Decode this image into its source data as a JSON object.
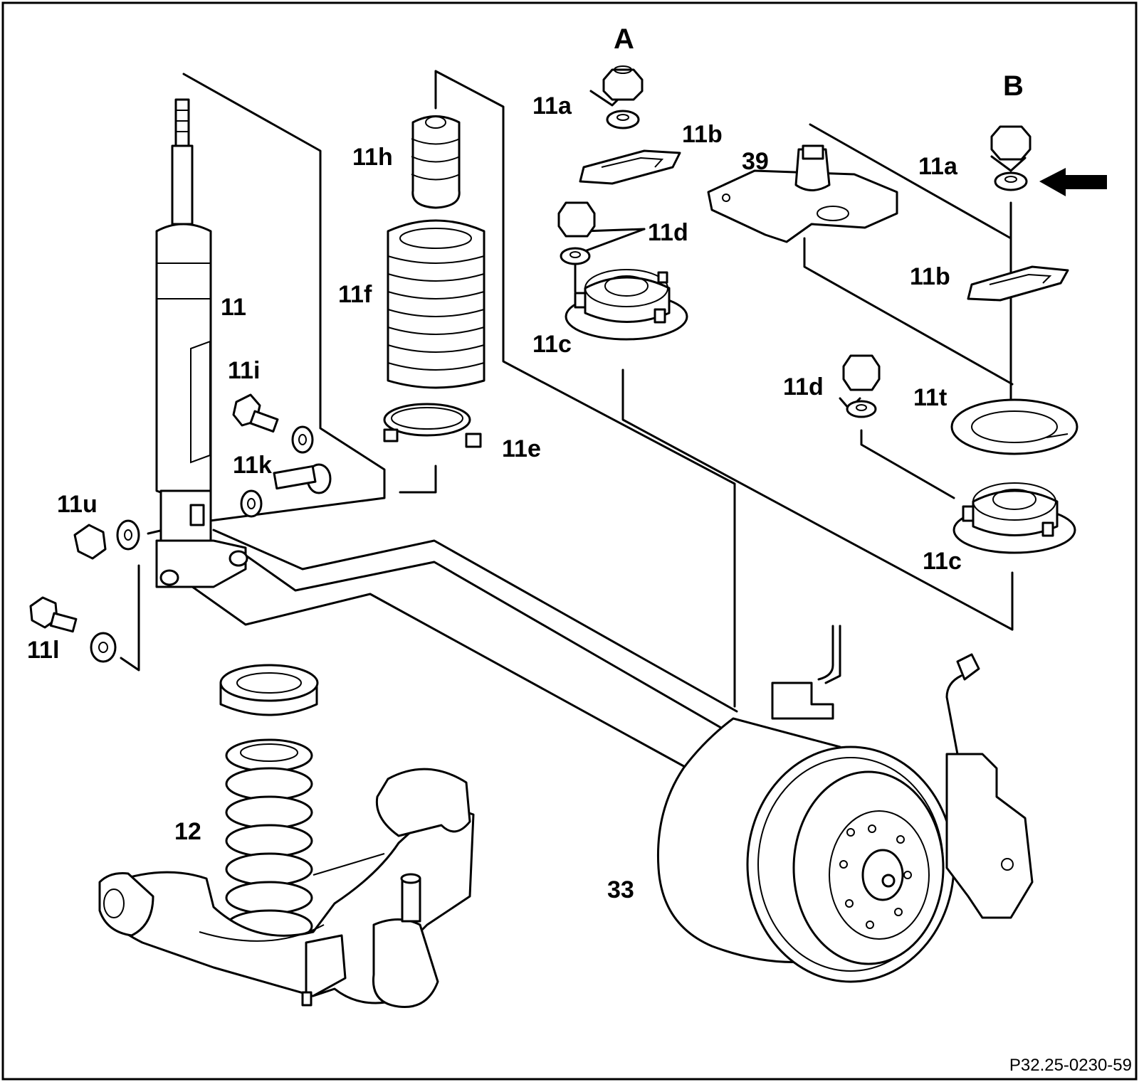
{
  "figure": {
    "reference_code": "P32.25-0230-59"
  },
  "callouts": {
    "A": "A",
    "B": "B",
    "c11": "11",
    "c11a_1": "11a",
    "c11a_2": "11a",
    "c11b_1": "11b",
    "c11b_2": "11b",
    "c11c_1": "11c",
    "c11c_2": "11c",
    "c11d_1": "11d",
    "c11d_2": "11d",
    "c11e": "11e",
    "c11f": "11f",
    "c11h": "11h",
    "c11i": "11i",
    "c11k": "11k",
    "c11l": "11l",
    "c11t": "11t",
    "c11u": "11u",
    "c12": "12",
    "c33": "33",
    "c39": "39"
  },
  "colors": {
    "line": "#000000",
    "background": "#ffffff"
  },
  "icons": {
    "pointer": "arrow-left-icon"
  }
}
